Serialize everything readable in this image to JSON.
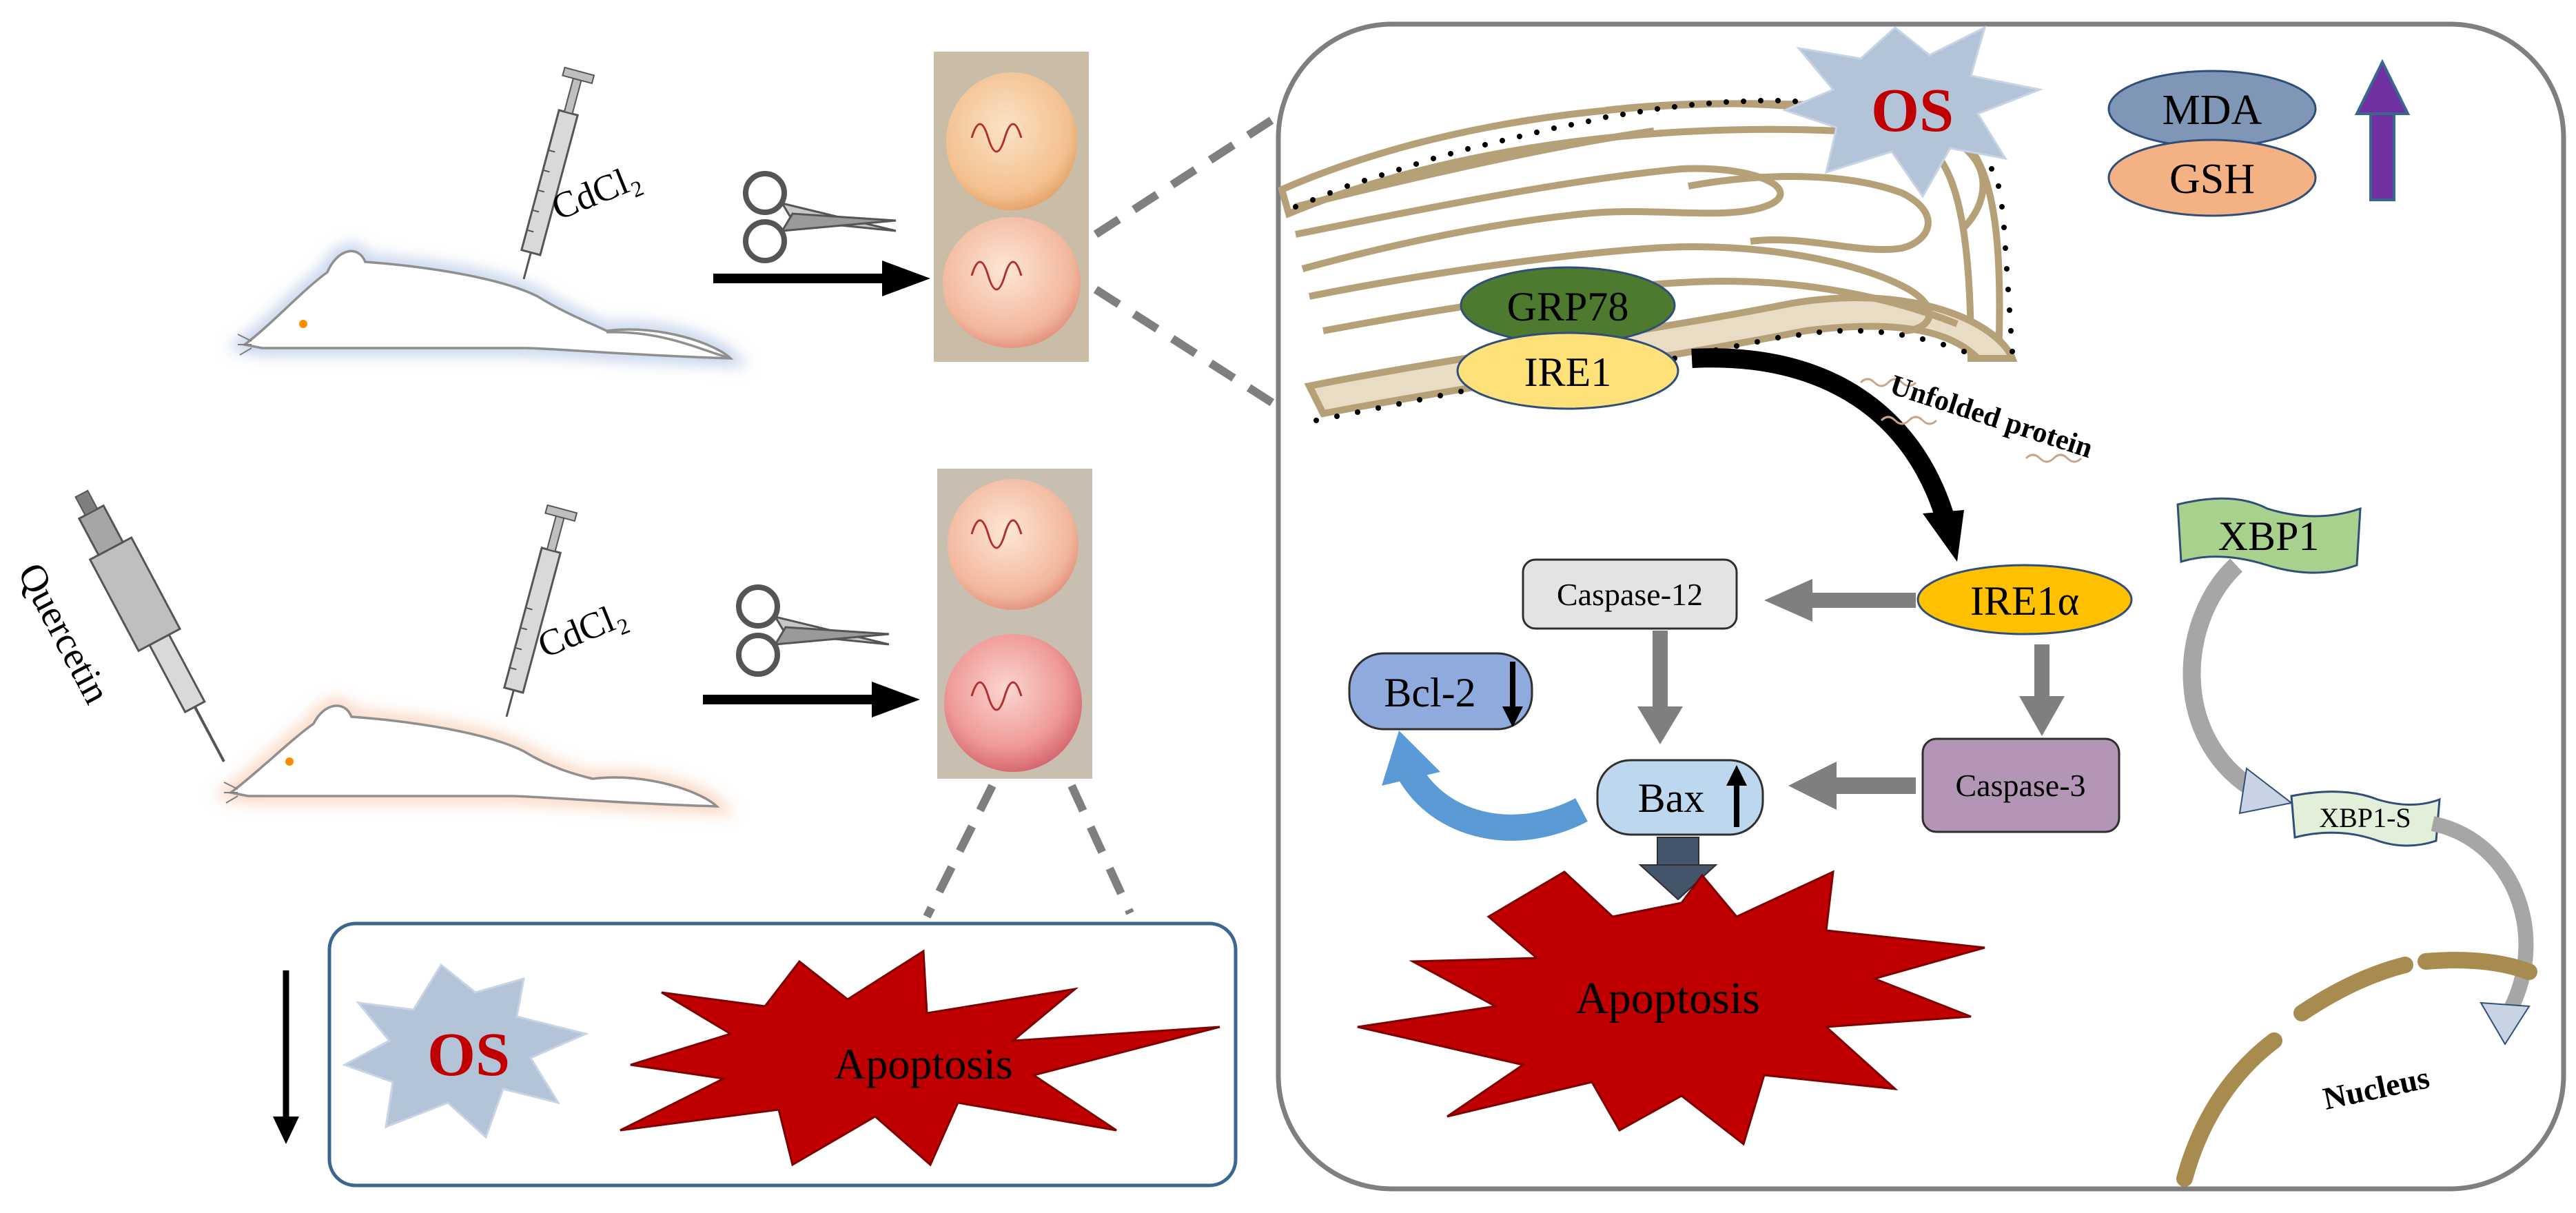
{
  "treatments": {
    "agent_top": "CdCl₂",
    "agent_bottom": "CdCl₂",
    "quercetin": "Quercetin"
  },
  "bottom_panel": {
    "os": "OS",
    "apoptosis": "Apoptosis"
  },
  "pathway": {
    "os": "OS",
    "mda": "MDA",
    "gsh": "GSH",
    "grp78": "GRP78",
    "ire1": "IRE1",
    "unfolded_protein": "Unfolded protein",
    "ire1a": "IRE1α",
    "xbp1": "XBP1",
    "xbp1s": "XBP1-S",
    "caspase12": "Caspase-12",
    "caspase3": "Caspase-3",
    "bcl2": "Bcl-2",
    "bax": "Bax",
    "apoptosis": "Apoptosis",
    "nucleus": "Nucleus"
  },
  "colors": {
    "os_text": "#c00000",
    "starburst_red": "#c00000",
    "grp78": "#4e7a2f",
    "ire1": "#ffe17a",
    "ire1a": "#ffc000",
    "mda": "#8096b6",
    "gsh": "#f4b183",
    "up_arrow": "#7030a0",
    "caspase12": "#e3e3e3",
    "caspase3": "#b395b6",
    "bcl2": "#8faadc",
    "bax": "#bdd7ee",
    "xbp1": "#a9d18e",
    "xbp1s": "#e2f0d9",
    "er": "#b5a078"
  }
}
